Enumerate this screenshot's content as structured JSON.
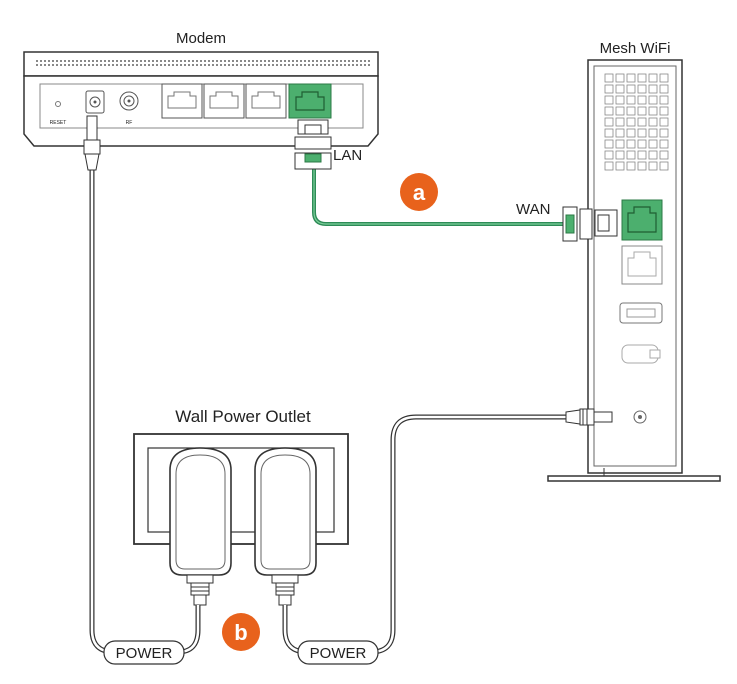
{
  "labels": {
    "modem": "Modem",
    "mesh": "Mesh WiFi",
    "lan": "LAN",
    "wan": "WAN",
    "outlet": "Wall Power Outlet",
    "power_left": "POWER",
    "power_right": "POWER",
    "step_a": "a",
    "step_b": "b",
    "modem_reset": "RESET",
    "modem_rf": "RF"
  },
  "colors": {
    "port_green": "#4caf6e",
    "cable_green": "#2e8b57",
    "step_badge": "#e8621c"
  },
  "icons": [
    "ethernet-port-icon",
    "usb-port-icon",
    "usb-c-port-icon",
    "power-jack-icon",
    "power-adapter-icon"
  ]
}
